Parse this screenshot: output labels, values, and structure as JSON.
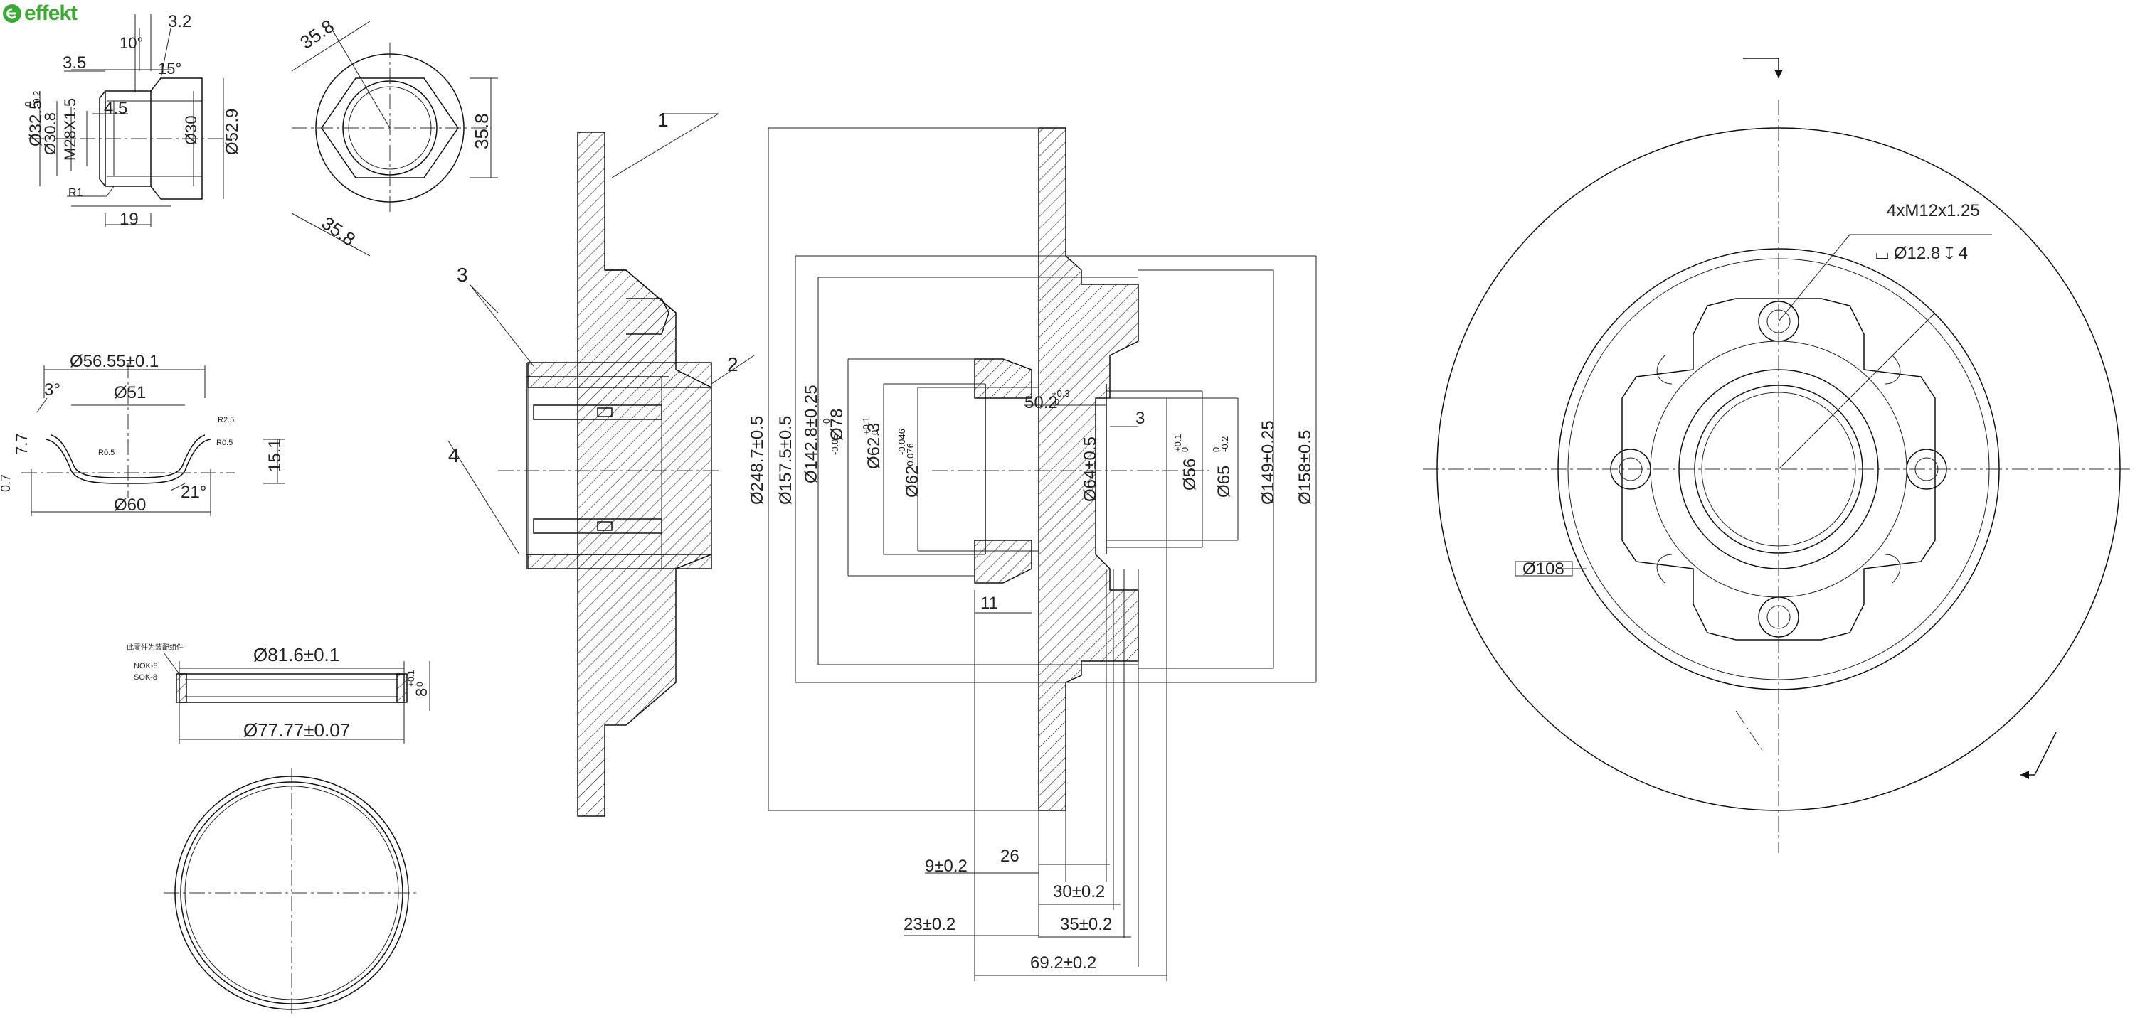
{
  "logo": {
    "text": "effekt",
    "color": "#3aaa35"
  },
  "nut_view": {
    "dims": [
      "3.2",
      "10°",
      "3.5",
      "15°",
      "4.5",
      "Ø32.5",
      "0",
      "-0.2",
      "Ø30.8",
      "M28X1.5",
      "Ø30",
      "Ø52.9",
      "R1",
      "19"
    ],
    "hex_dims": [
      "35.8",
      "35.8",
      "35.8"
    ]
  },
  "cap_view": {
    "dims": [
      "Ø56.55±0.1",
      "3°",
      "Ø51",
      "R2.5",
      "7.7",
      "R0.5",
      "R0.5",
      "15.1",
      "0.7",
      "21°",
      "Ø60"
    ]
  },
  "seal_view": {
    "dims": [
      "Ø81.6±0.1",
      "Ø77.77±0.07",
      "8",
      "+0.1",
      "0"
    ],
    "notes": [
      "此零件为装配组件",
      "NOK-8",
      "SOK-8"
    ]
  },
  "section_view": {
    "callouts": [
      "1",
      "2",
      "3",
      "4"
    ]
  },
  "main_section": {
    "diameters": [
      "Ø248.7±0.5",
      "Ø157.5±0.5",
      "Ø142.8±0.25",
      "Ø78",
      "0",
      "-0.05",
      "Ø62.3",
      "+0.1",
      "0",
      "Ø62",
      "-0.046",
      "-0.076",
      "Ø64±0.5",
      "Ø56",
      "+0.1",
      "0",
      "Ø65",
      "0",
      "-0.2",
      "Ø149±0.25",
      "Ø158±0.5"
    ],
    "axial": [
      "50.2",
      "+0.3",
      "0",
      "3",
      "11",
      "9±0.2",
      "26",
      "30±0.2",
      "23±0.2",
      "35±0.2",
      "69.2±0.2"
    ]
  },
  "front_view": {
    "thread": "4xM12x1.25",
    "counterbore": "⌴ Ø12.8 ↧ 4",
    "pcd": "Ø108"
  }
}
